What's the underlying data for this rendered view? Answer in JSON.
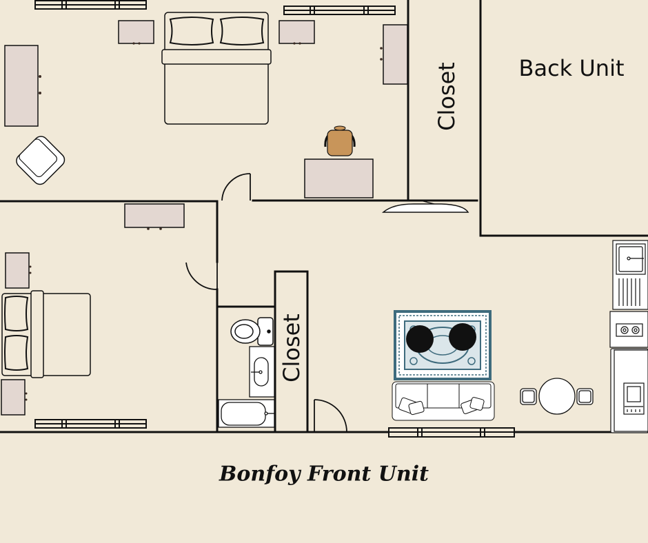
{
  "plan": {
    "rooms": {
      "closet_upper": "Closet",
      "closet_lower": "Closet",
      "back_unit": "Back Unit"
    },
    "title": "Bonfoy Front Unit"
  },
  "colors": {
    "background": "#f1e9d8",
    "wall": "#111111",
    "furniture_fill": "#e3d7d1",
    "chair_fill": "#c8955a",
    "rug_border": "#3e6b7d",
    "white": "#ffffff"
  }
}
